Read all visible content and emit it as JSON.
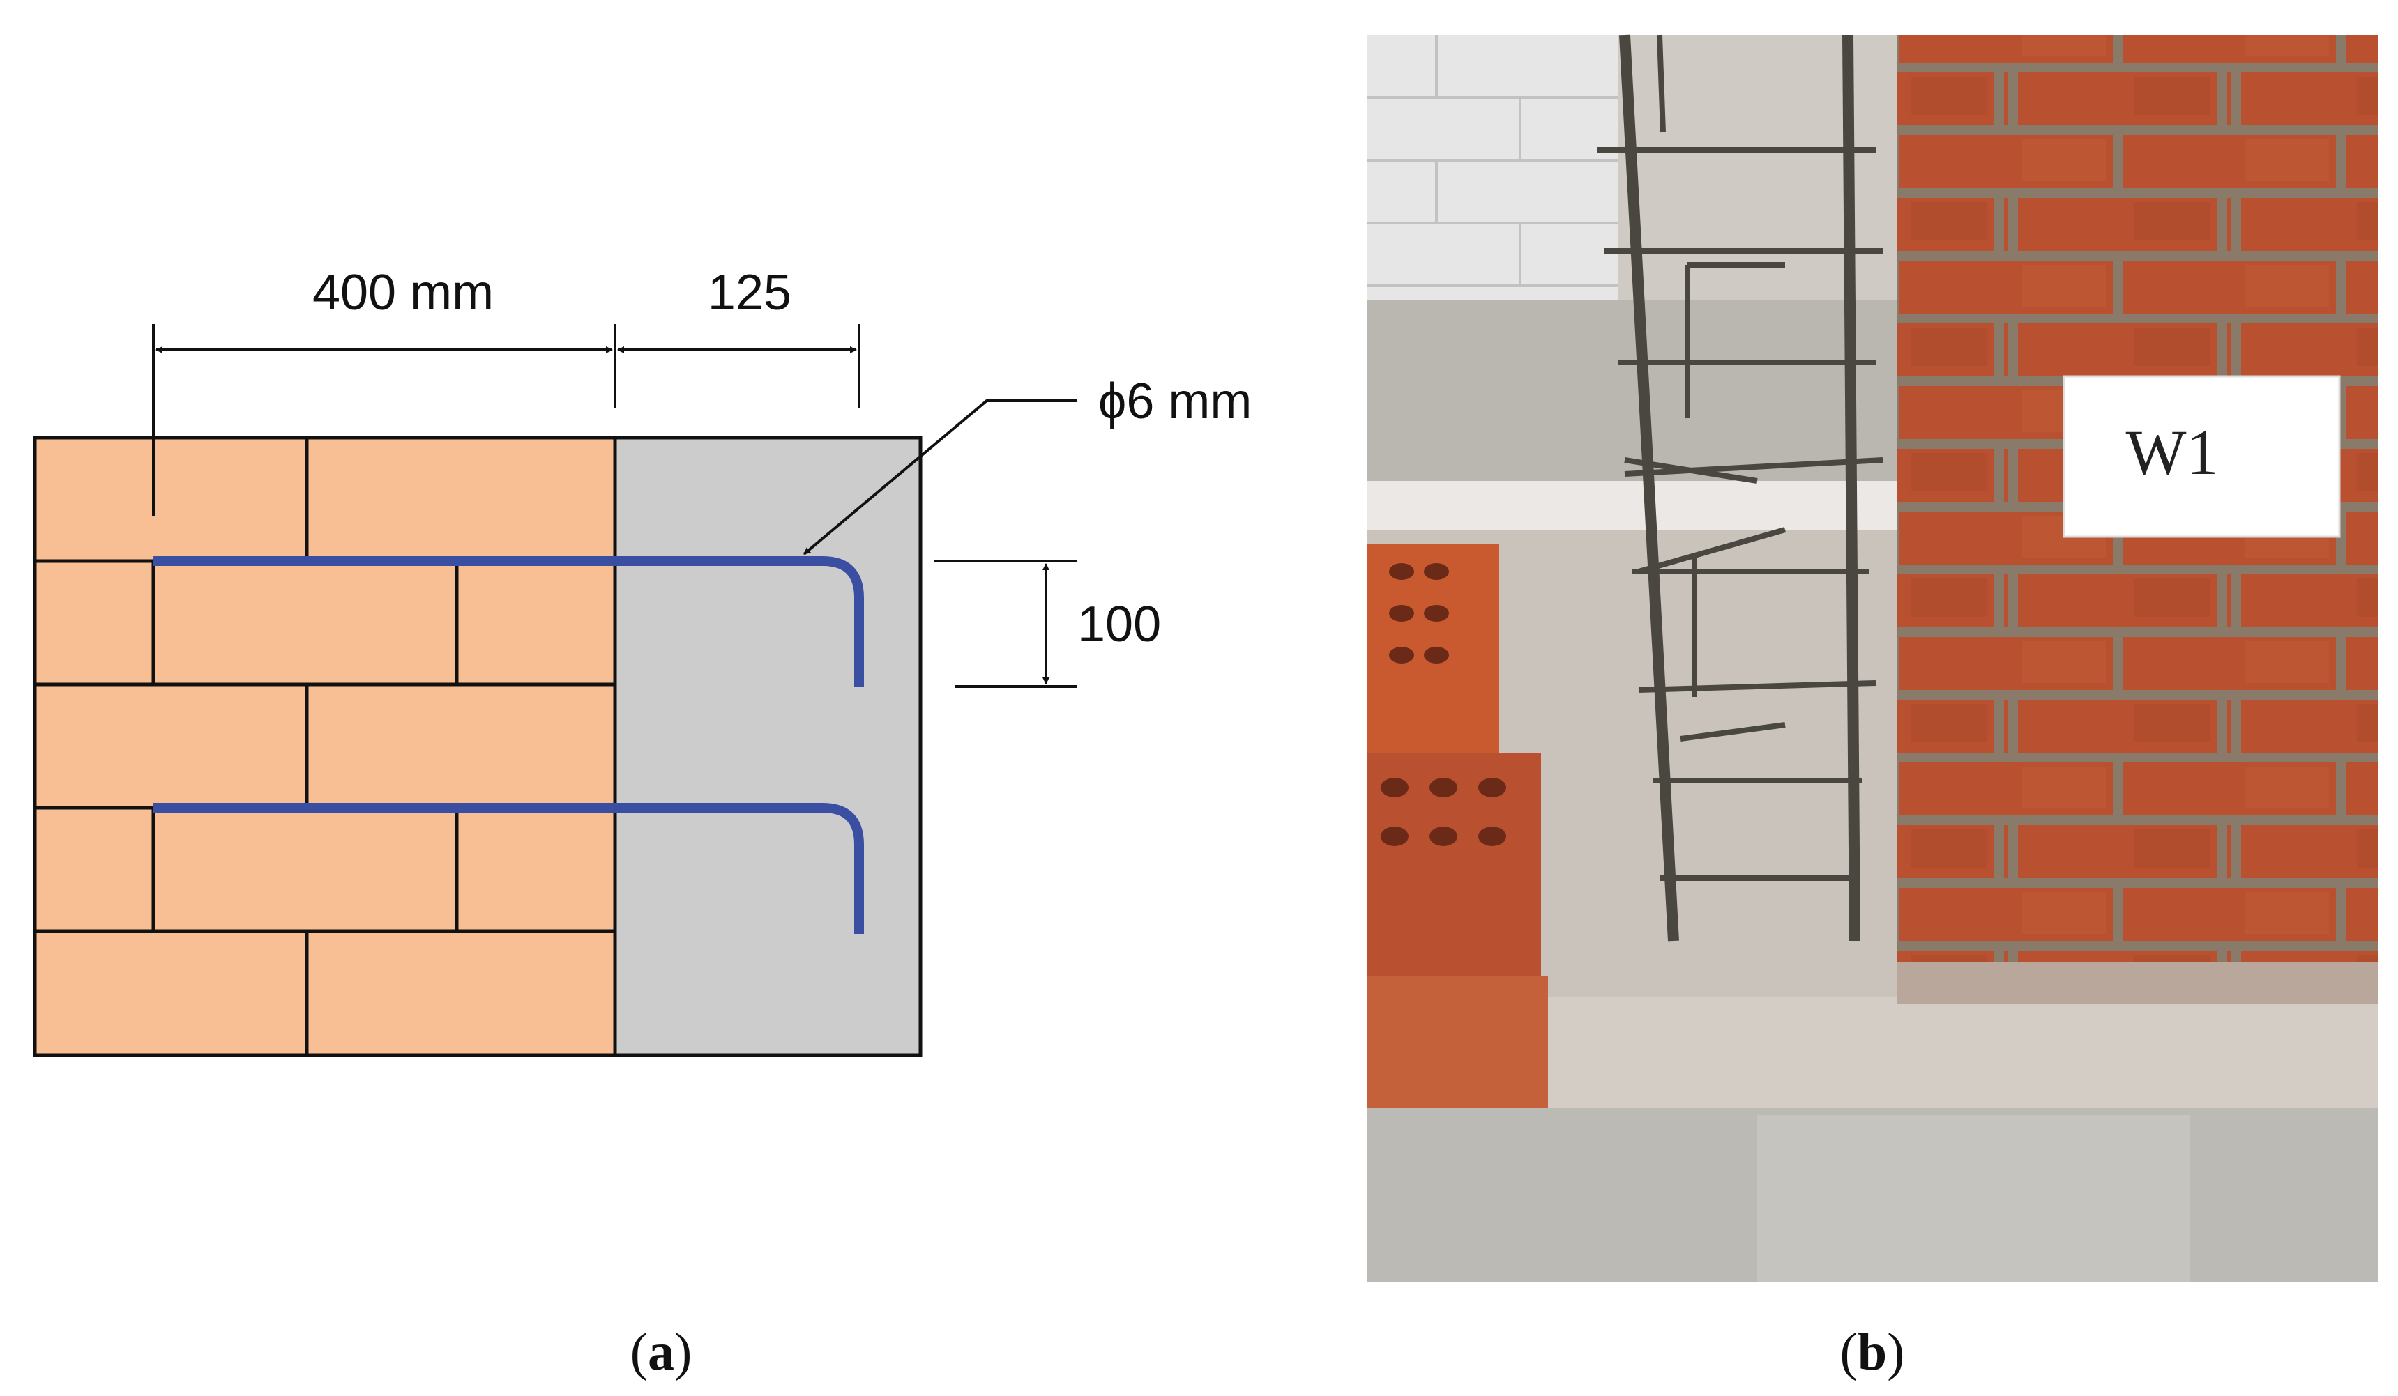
{
  "panel_a": {
    "dim_wall_label": "400 mm",
    "dim_column_label": "125",
    "dim_spacing_label": "100",
    "bar_label": "ϕ6 mm",
    "caption_letter": "a",
    "colors": {
      "brick": "#f8bf95",
      "concrete": "#cccccc",
      "mortar_line": "#111111",
      "rebar": "#3a4fa2"
    }
  },
  "panel_b": {
    "wall_tag": "W1",
    "caption_letter": "b"
  }
}
